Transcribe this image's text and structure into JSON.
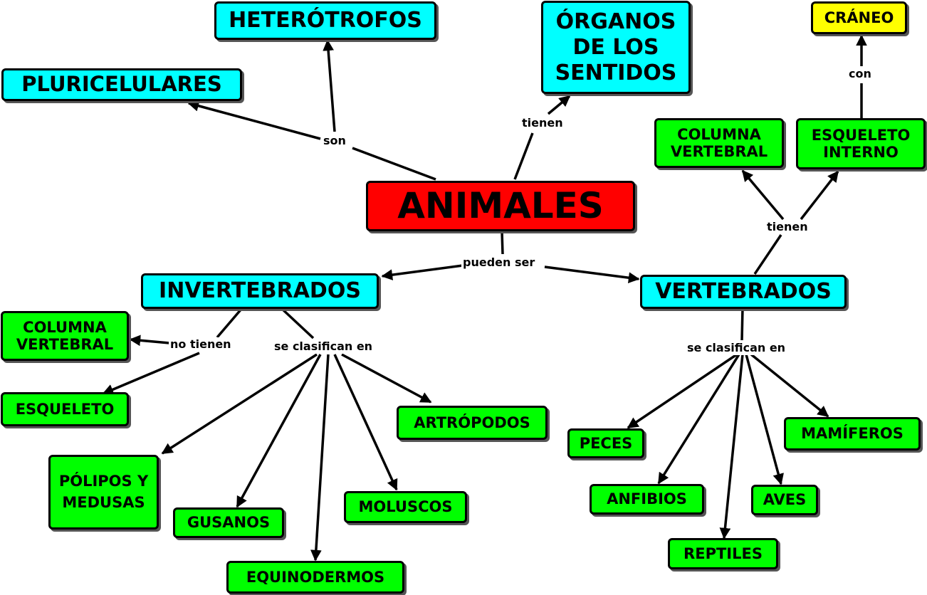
{
  "center": "ANIMALES",
  "nodes": {
    "pluricelulares": "PLURICELULARES",
    "heterotrofos": "HETERÓTROFOS",
    "organos": "ÓRGANOS DE LOS SENTIDOS",
    "craneo": "CRÁNEO",
    "columna_vert": "COLUMNA VERTEBRAL",
    "esqueleto_interno": "ESQUELETO INTERNO",
    "invertebrados": "INVERTEBRADOS",
    "vertebrados": "VERTEBRADOS",
    "columna_inv": "COLUMNA VERTEBRAL",
    "esqueleto": "ESQUELETO",
    "artropodos": "ARTRÓPODOS",
    "polipos": "PÓLIPOS Y MEDUSAS",
    "gusanos": "GUSANOS",
    "moluscos": "MOLUSCOS",
    "equinodermos": "EQUINODERMOS",
    "peces": "PECES",
    "mamiferos": "MAMÍFEROS",
    "anfibios": "ANFIBIOS",
    "aves": "AVES",
    "reptiles": "REPTILES"
  },
  "labels": {
    "son": "son",
    "tienen_top": "tienen",
    "pueden_ser": "pueden ser",
    "tienen_vert": "tienen",
    "con": "con",
    "no_tienen": "no tienen",
    "se_clasifican_inv": "se clasifican en",
    "se_clasifican_vert": "se clasifican en"
  }
}
